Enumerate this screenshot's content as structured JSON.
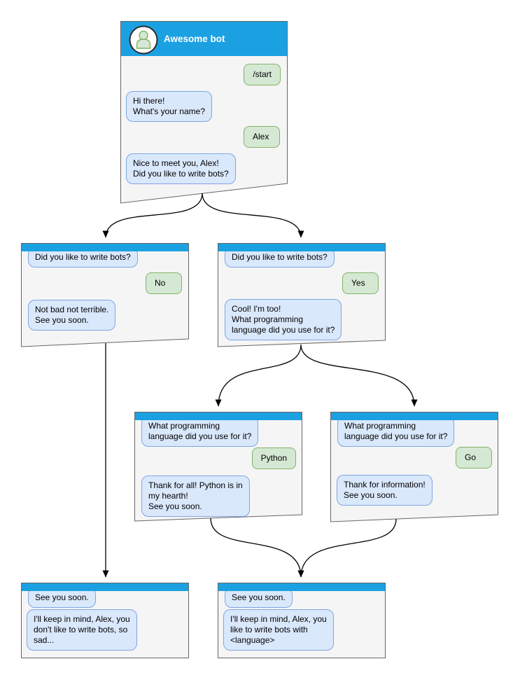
{
  "colors": {
    "header_blue": "#1BA1E2",
    "window_fill": "#F5F5F5",
    "window_stroke": "#666666",
    "bot_bubble_fill": "#DAE8FC",
    "bot_bubble_stroke": "#7EA6E0",
    "user_bubble_fill": "#D5E8D4",
    "user_bubble_stroke": "#82B366",
    "connector": "#000000"
  },
  "windows": {
    "main": {
      "title": "Awesome bot",
      "avatar_icon": "person-icon",
      "messages": [
        {
          "side": "user",
          "text": "/start"
        },
        {
          "side": "bot",
          "text": "Hi there!\nWhat's your name?"
        },
        {
          "side": "user",
          "text": "Alex"
        },
        {
          "side": "bot",
          "text": "Nice to meet you, Alex!\nDid you like to write bots?"
        }
      ]
    },
    "branch_no": {
      "messages": [
        {
          "side": "bot",
          "text": "Did you like to write bots?"
        },
        {
          "side": "user",
          "text": "No"
        },
        {
          "side": "bot",
          "text": "Not bad not terrible.\nSee you soon."
        }
      ]
    },
    "branch_yes": {
      "messages": [
        {
          "side": "bot",
          "text": "Did you like to write bots?"
        },
        {
          "side": "user",
          "text": "Yes"
        },
        {
          "side": "bot",
          "text": "Cool! I'm too!\nWhat programming\nlanguage did you use for it?"
        }
      ]
    },
    "branch_python": {
      "messages": [
        {
          "side": "bot",
          "text": "What programming\nlanguage did you use for it?"
        },
        {
          "side": "user",
          "text": "Python"
        },
        {
          "side": "bot",
          "text": "Thank for all! Python is in\nmy hearth!\nSee you soon."
        }
      ]
    },
    "branch_go": {
      "messages": [
        {
          "side": "bot",
          "text": "What programming\nlanguage did you use for it?"
        },
        {
          "side": "user",
          "text": "Go"
        },
        {
          "side": "bot",
          "text": "Thank for information!\nSee you soon."
        }
      ]
    },
    "end_no": {
      "messages": [
        {
          "side": "bot",
          "text": "See you soon."
        },
        {
          "side": "bot",
          "text": "I'll keep in mind, Alex, you\ndon't like to write bots, so\nsad..."
        }
      ]
    },
    "end_yes": {
      "messages": [
        {
          "side": "bot",
          "text": "See you soon."
        },
        {
          "side": "bot",
          "text": "I'll keep in mind, Alex, you\nlike to write bots with\n<language>"
        }
      ]
    }
  }
}
